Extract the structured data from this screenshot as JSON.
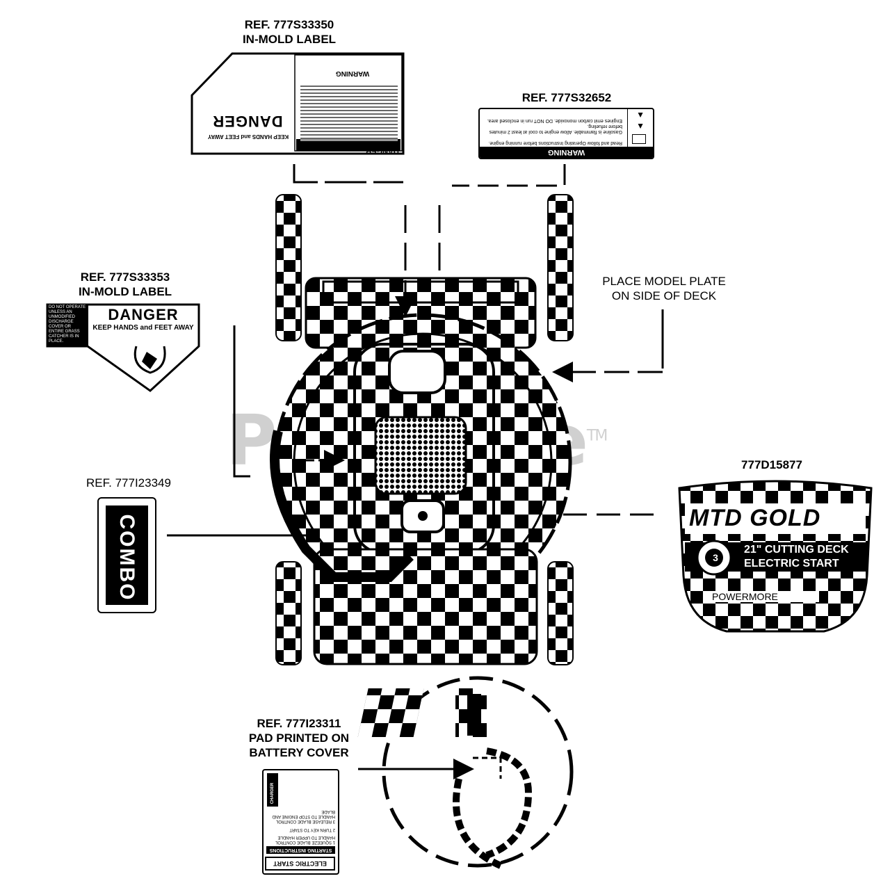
{
  "captions": {
    "ref_33350": "REF. 777S33350\nIN-MOLD LABEL",
    "ref_32652": "REF. 777S32652",
    "ref_33353": "REF. 777S33353\nIN-MOLD LABEL",
    "model_plate": "PLACE MODEL PLATE\nON SIDE OF DECK",
    "ref_23349": "REF. 777I23349",
    "part_15877": "777D15877",
    "ref_23311": "REF. 777I23311\nPAD PRINTED ON\nBATTERY COVER"
  },
  "labels": {
    "danger_top": {
      "heading": "DANGER",
      "subheading": "KEEP HANDS and FEET AWAY",
      "tab": "DANGER",
      "warning": "WARNING"
    },
    "warning_small": {
      "heading": "WARNING",
      "line1": "Read and follow Operating Instructions before running engine.",
      "line2": "Gasoline is flammable. Allow engine to cool at least 2 minutes before refueling.",
      "line3": "Engines emit carbon monoxide. DO NOT run in enclosed area."
    },
    "danger_left": {
      "side_text": "DO NOT OPERATE UNLESS AN UNMODIFIED DISCHARGE COVER OR ENTIRE GRASS CATCHER IS IN PLACE.",
      "heading": "DANGER",
      "subheading": "KEEP HANDS and FEET AWAY"
    },
    "combo": {
      "text": "COMBO"
    },
    "mtd_gold": {
      "brand": "MTD GOLD",
      "line1": "21\" CUTTING DECK",
      "line2": "ELECTRIC START",
      "powermore": "POWERMORE",
      "badge": "3"
    },
    "electric_start": {
      "title": "ELECTRIC START",
      "heading": "STARTING INSTRUCTIONS",
      "step1": "1 SQUEEZE BLADE CONTROL HANDLE TO UPPER HANDLE",
      "step2": "2 TURN KEY TO START",
      "step3": "3 RELEASE BLADE CONTROL HANDLE TO STOP ENGINE AND BLADE",
      "charger": "CHARGER"
    }
  },
  "watermark": {
    "text": "PartsTree",
    "tm": "TM"
  }
}
